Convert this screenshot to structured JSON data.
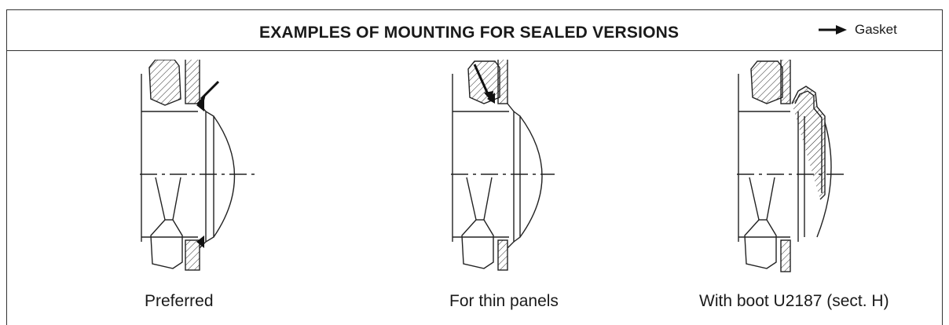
{
  "header": {
    "title": "EXAMPLES OF MOUNTING FOR SEALED VERSIONS",
    "legend_icon": "right-arrow-icon",
    "legend_label": "Gasket"
  },
  "figures": [
    {
      "caption": "Preferred"
    },
    {
      "caption": "For thin panels"
    },
    {
      "caption": "With boot U2187 (sect. H)"
    }
  ]
}
